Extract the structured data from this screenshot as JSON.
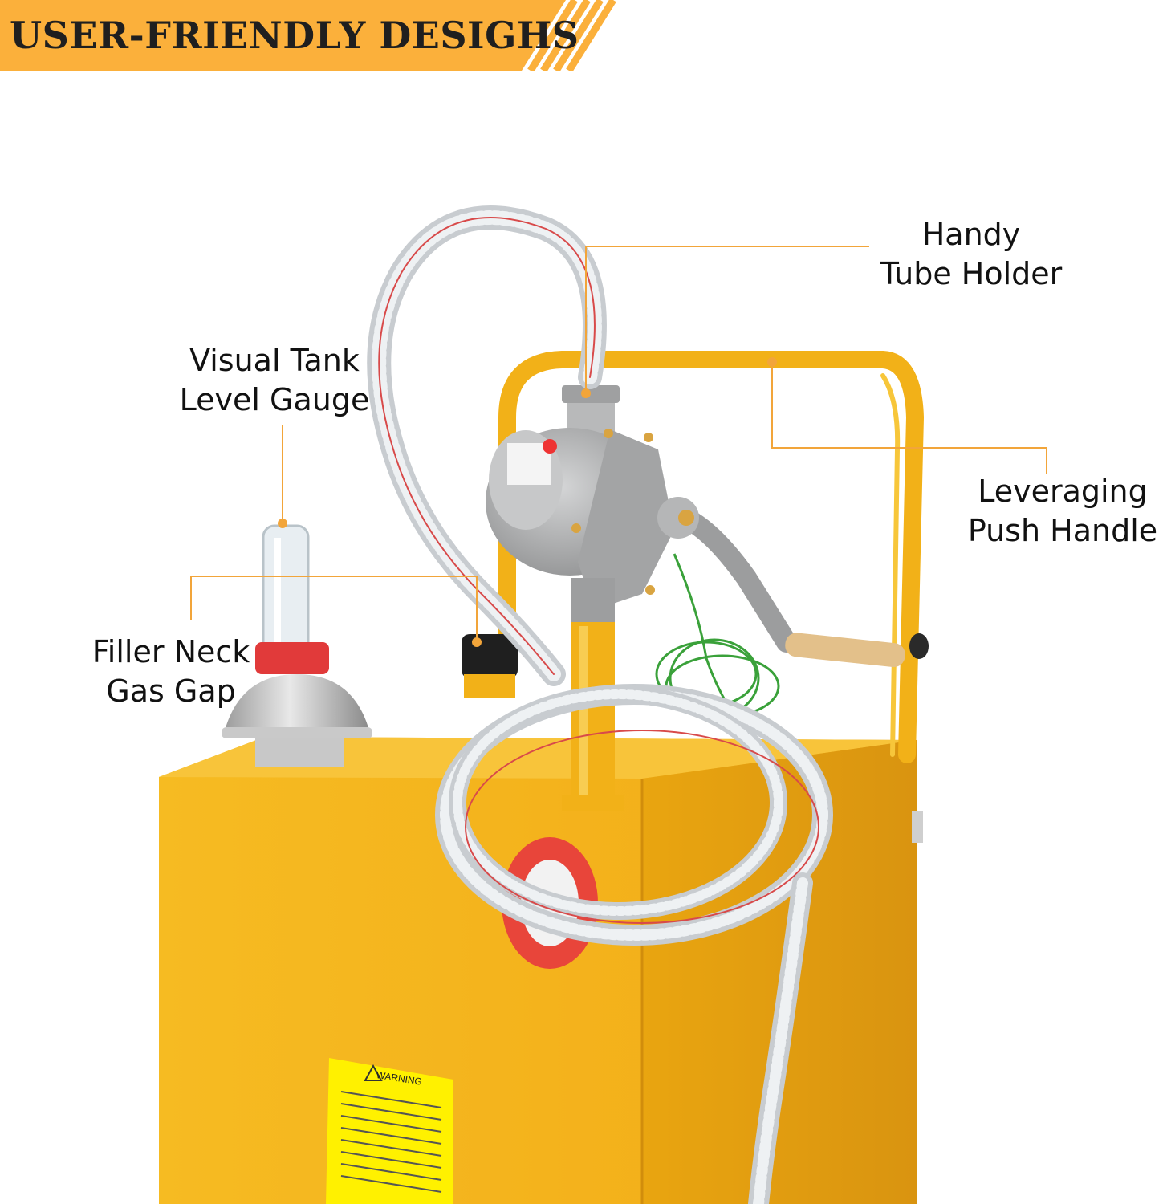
{
  "banner": {
    "title": "USER-FRIENDLY DESIGHS",
    "accent_color": "#fbb03b"
  },
  "callouts": {
    "tube_holder": [
      "Handy",
      "Tube Holder"
    ],
    "level_gauge": [
      "Visual Tank",
      "Level Gauge"
    ],
    "push_handle": [
      "Leveraging",
      "Push Handle"
    ],
    "filler_neck": [
      "Filler Neck",
      "Gas Gap"
    ]
  },
  "warning_label": {
    "title": "WARNING"
  },
  "colors": {
    "tank": "#f4b31c",
    "leader_line": "#f2a53a",
    "pump": "#a9aaab"
  }
}
